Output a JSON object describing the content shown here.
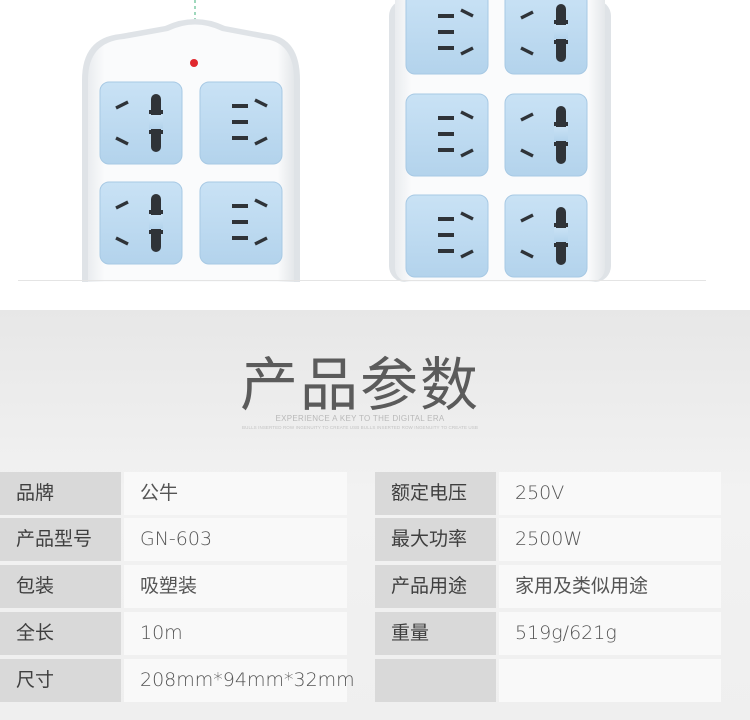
{
  "section": {
    "title": "产品参数",
    "tagline": "EXPERIENCE A KEY TO THE DIGITAL ERA",
    "fineprint": "BULLS INSERTED ROW INGENUITY TO CREATE USB BULLS INSERTED ROW INGENUITY TO CREATE USB"
  },
  "specs": {
    "left": [
      {
        "label": "品牌",
        "value": "公牛"
      },
      {
        "label": "产品型号",
        "value": "GN-603"
      },
      {
        "label": "包装",
        "value": "吸塑装"
      },
      {
        "label": "全长",
        "value": "10m"
      },
      {
        "label": "尺寸",
        "value": "208mm*94mm*32mm"
      }
    ],
    "right": [
      {
        "label": "额定电压",
        "value": "250V"
      },
      {
        "label": "最大功率",
        "value": "2500W"
      },
      {
        "label": "产品用途",
        "value": "家用及类似用途"
      },
      {
        "label": "重量",
        "value": "519g/621g"
      },
      {
        "label": "",
        "value": ""
      }
    ]
  },
  "colors": {
    "socket": "#bcd9f0",
    "indicator": "#e0282e",
    "cord": "#5fbf8f"
  }
}
